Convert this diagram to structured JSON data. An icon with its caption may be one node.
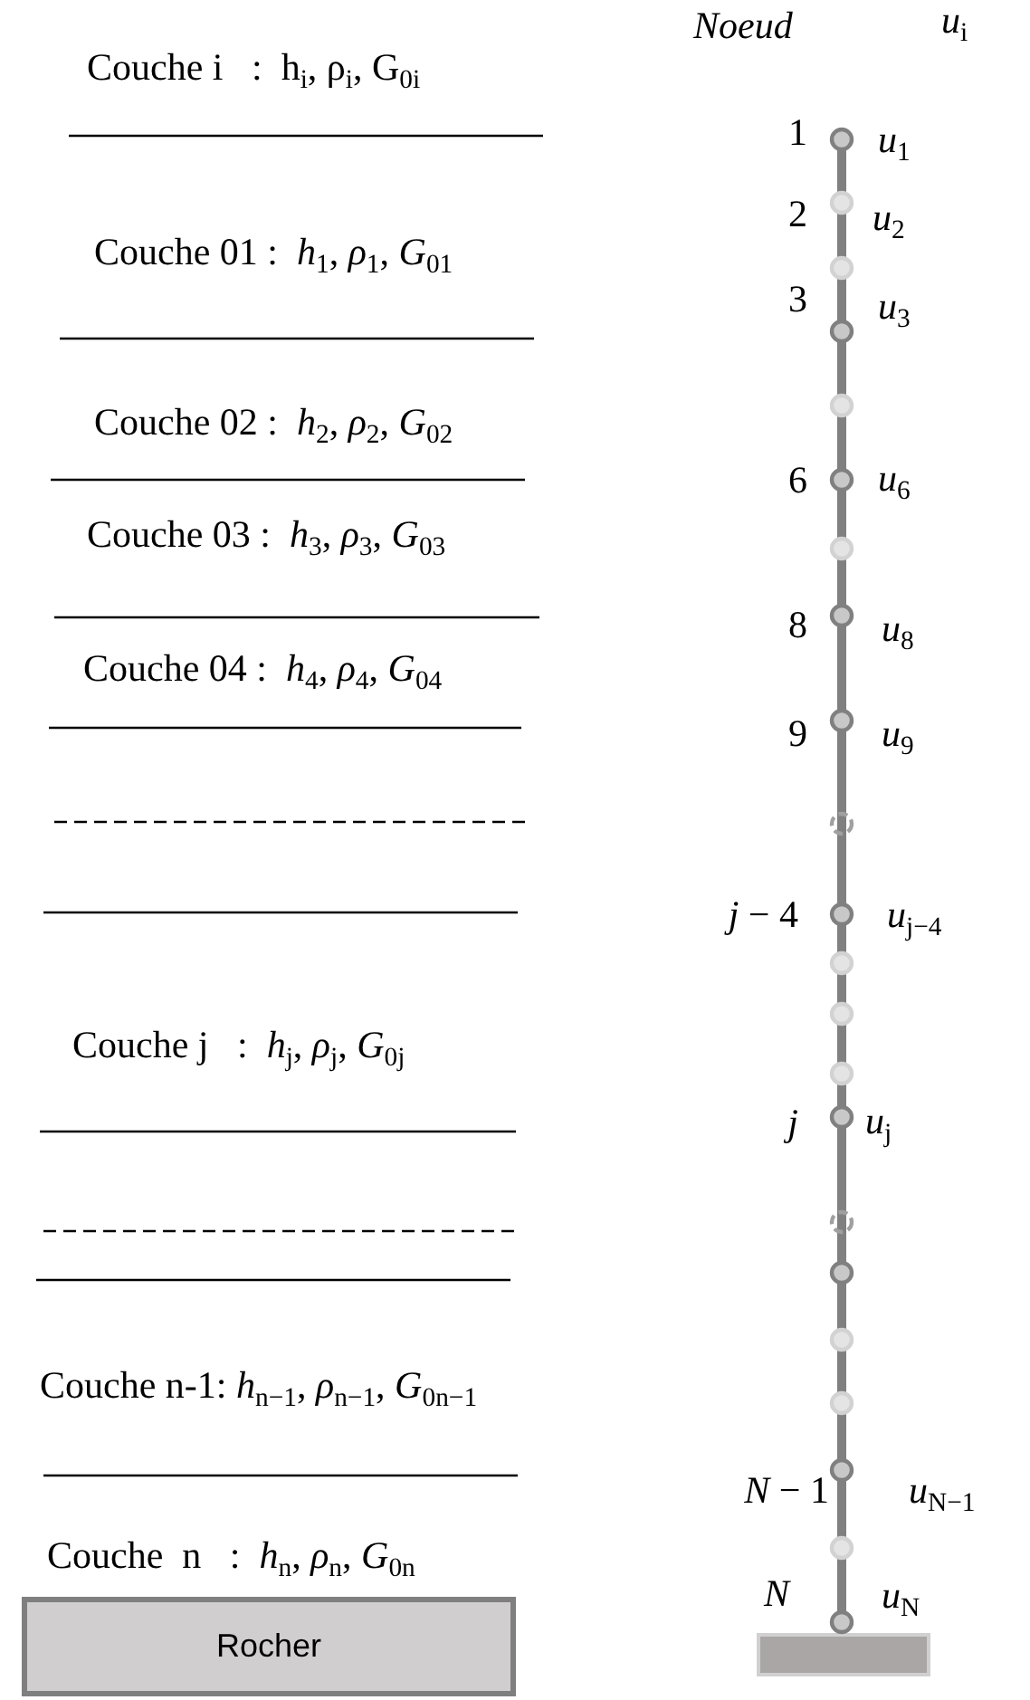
{
  "diagram": {
    "nodes": [
      {
        "text": [
          "Rocher"
        ]
      }
    ],
    "labels": [
      "Couche i   :  h$_{i}$, ρ$_{i}$, G$_{0i}$",
      "Noeud",
      "*u*$_{i}$",
      "1",
      "*u*$_{1}$",
      "2",
      "*u*$_{2}$",
      "Couche 01 :  *h*$_{1}$, *ρ*$_{1}$, *G*$_{01}$",
      "3",
      "*u*$_{3}$",
      "Couche 02 :  *h*$_{2}$, *ρ*$_{2}$, *G*$_{02}$",
      "6",
      "*u*$_{6}$",
      "Couche 03 :  *h*$_{3}$, *ρ*$_{3}$, *G*$_{03}$",
      "8",
      "*u*$_{8}$",
      "Couche 04 :  *h*$_{4}$, *ρ*$_{4}$, *G*$_{04}$",
      "9",
      "*u*$_{9}$",
      "*j* − 4",
      "*u*$_{j−4}$",
      "Couche j   :  *h*$_{j}$, *ρ*$_{j}$, *G*$_{0j}$",
      "*j*",
      "*u*$_{j}$",
      "Couche n-1: *h*$_{n−1}$, *ρ*$_{n−1}$, *G*$_{0n−1}$",
      "*N* − 1",
      "*u*$_{N−1}$",
      "Couche  n   :  *h*$_{n}$, *ρ*$_{n}$, *G*$_{0n}$",
      "*N*",
      "*u*$_{N}$"
    ]
  }
}
